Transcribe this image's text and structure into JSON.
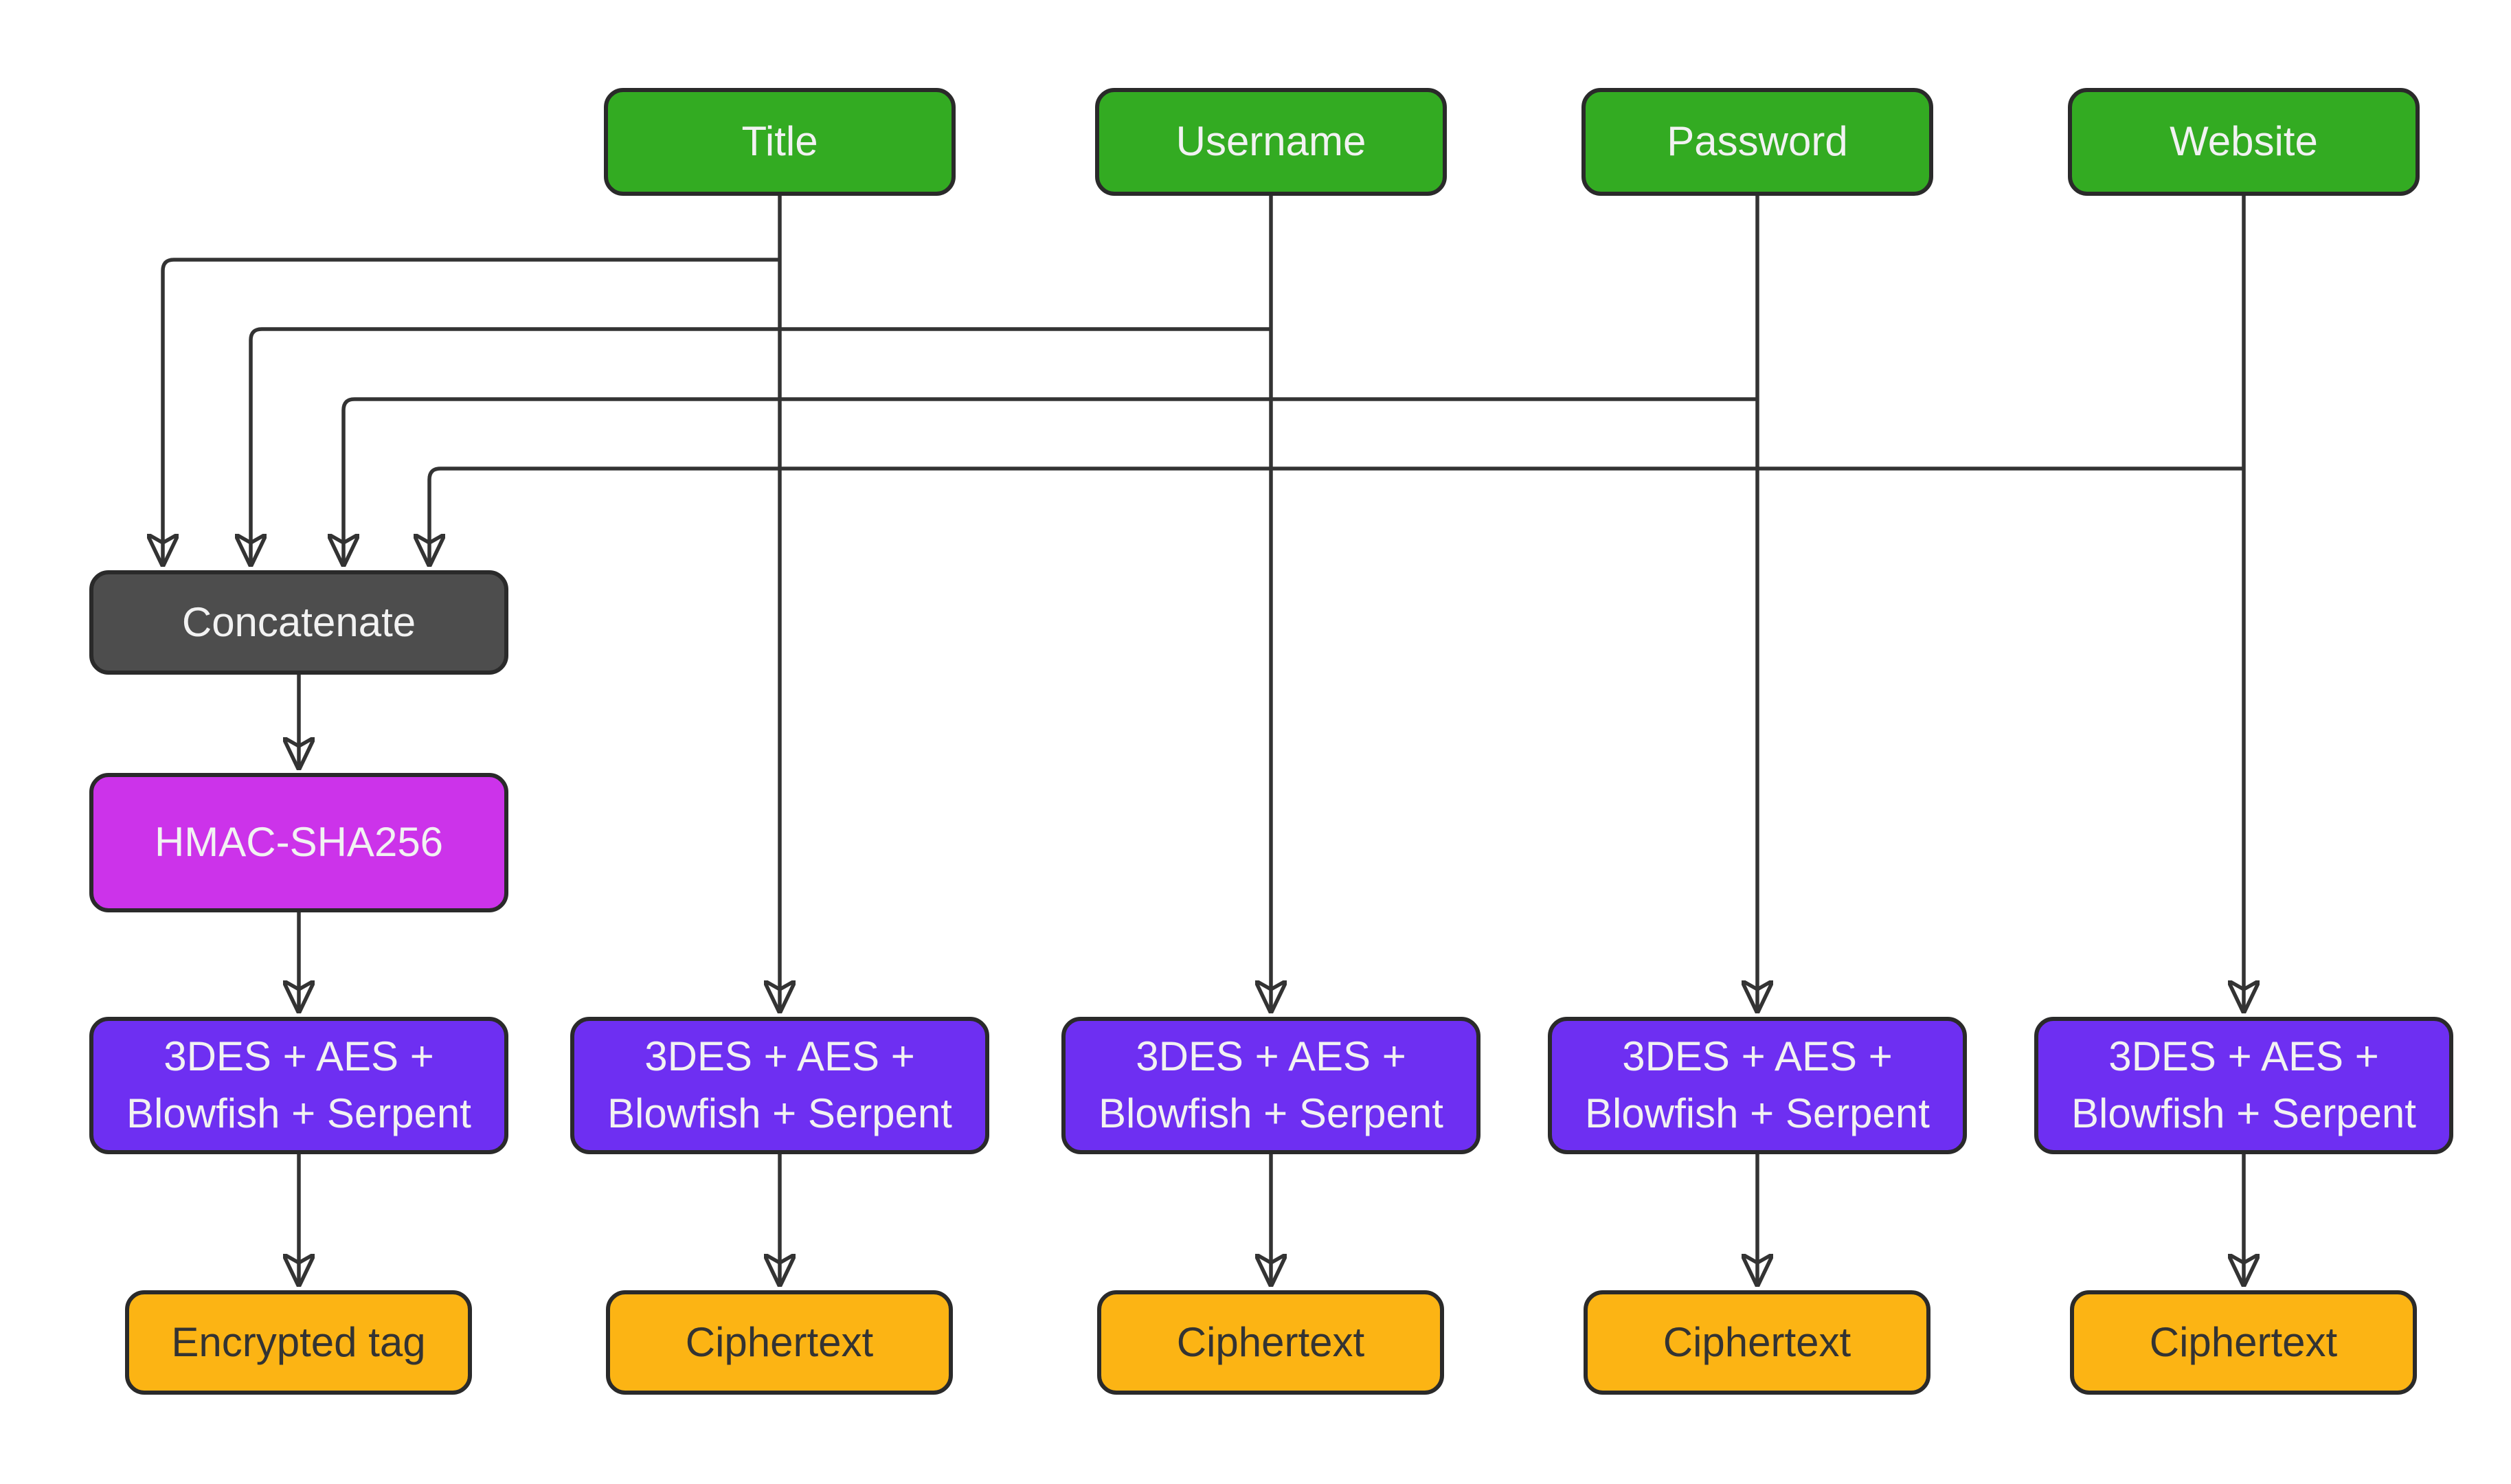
{
  "diagram": {
    "background": "#ffffff",
    "node_border_color": "#2a2a2a",
    "edge_color": "#333333",
    "colors": {
      "input_green": "#33ab22",
      "concatenate_gray": "#4d4d4d",
      "hmac_magenta": "#cc33ea",
      "cipher_violet": "#6e2ff2",
      "output_orange": "#fcb414",
      "light_text": "#f2f2f2",
      "dark_text": "#333333"
    },
    "nodes": {
      "title": {
        "label": "Title"
      },
      "username": {
        "label": "Username"
      },
      "password": {
        "label": "Password"
      },
      "website": {
        "label": "Website"
      },
      "concatenate": {
        "label": "Concatenate"
      },
      "hmac": {
        "label": "HMAC-SHA256"
      },
      "cipher_1": {
        "label": "3DES + AES +\nBlowfish + Serpent"
      },
      "cipher_2": {
        "label": "3DES + AES +\nBlowfish + Serpent"
      },
      "cipher_3": {
        "label": "3DES + AES +\nBlowfish + Serpent"
      },
      "cipher_4": {
        "label": "3DES + AES +\nBlowfish + Serpent"
      },
      "cipher_5": {
        "label": "3DES + AES +\nBlowfish + Serpent"
      },
      "encrypted_tag": {
        "label": "Encrypted tag"
      },
      "ciphertext_2": {
        "label": "Ciphertext"
      },
      "ciphertext_3": {
        "label": "Ciphertext"
      },
      "ciphertext_4": {
        "label": "Ciphertext"
      },
      "ciphertext_5": {
        "label": "Ciphertext"
      }
    },
    "edges": [
      "Title -> Concatenate",
      "Username -> Concatenate",
      "Password -> Concatenate",
      "Website -> Concatenate",
      "Concatenate -> HMAC-SHA256",
      "HMAC-SHA256 -> 3DES + AES + Blowfish + Serpent (1)",
      "Title -> 3DES + AES + Blowfish + Serpent (2)",
      "Username -> 3DES + AES + Blowfish + Serpent (3)",
      "Password -> 3DES + AES + Blowfish + Serpent (4)",
      "Website -> 3DES + AES + Blowfish + Serpent (5)",
      "3DES + AES + Blowfish + Serpent (1) -> Encrypted tag",
      "3DES + AES + Blowfish + Serpent (2) -> Ciphertext",
      "3DES + AES + Blowfish + Serpent (3) -> Ciphertext",
      "3DES + AES + Blowfish + Serpent (4) -> Ciphertext",
      "3DES + AES + Blowfish + Serpent (5) -> Ciphertext"
    ]
  }
}
